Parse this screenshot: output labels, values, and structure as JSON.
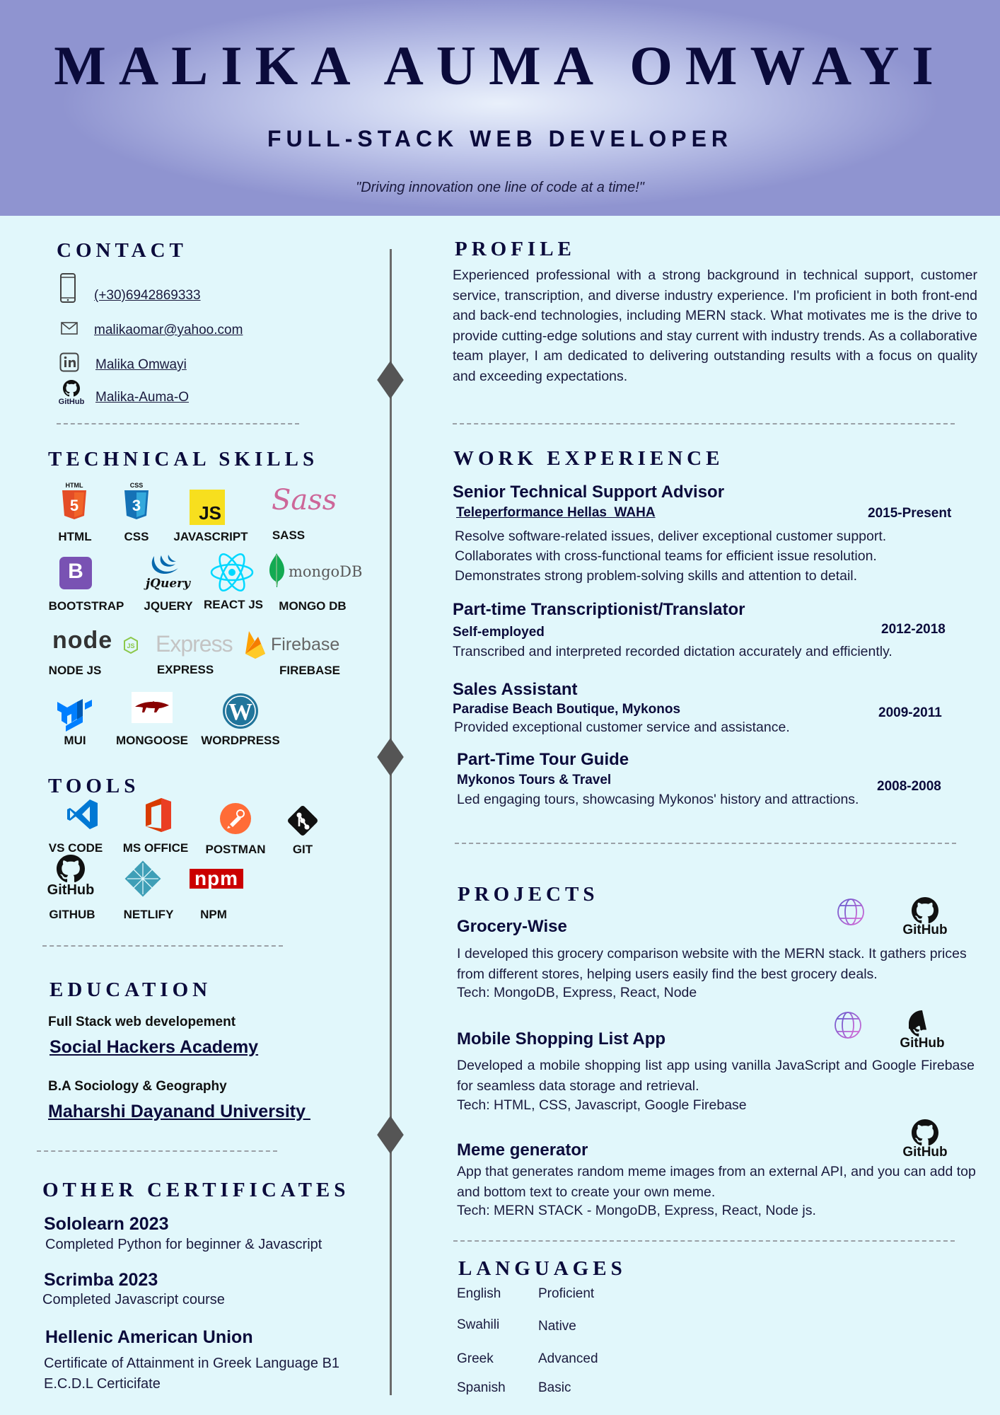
{
  "header": {
    "name": "MALIKA AUMA OMWAYI",
    "role": "FULL-STACK WEB DEVELOPER",
    "tagline": "\"Driving innovation one line of code at a time!\""
  },
  "contact": {
    "heading": "CONTACT",
    "phone": "(+30)6942869333",
    "email": "malikaomar@yahoo.com",
    "linkedin": "Malika Omwayi",
    "github": "Malika-Auma-O",
    "github_logo_text": "GitHub"
  },
  "skills": {
    "heading": "TECHNICAL SKILLS",
    "items": [
      "HTML",
      "CSS",
      "JAVASCRIPT",
      "SASS",
      "BOOTSTRAP",
      "JQUERY",
      "REACT JS",
      "MONGO DB",
      "NODE JS",
      "EXPRESS",
      "FIREBASE",
      "MUI",
      "MONGOOSE",
      "WORDPRESS"
    ],
    "logo_text": {
      "html": "HTML",
      "css": "CSS",
      "js": "JS",
      "sass": "Sass",
      "bootstrap": "B",
      "jquery": "jQuery",
      "mongodb": "mongoDB",
      "node": "node",
      "express": "Express",
      "firebase": "Firebase"
    }
  },
  "tools": {
    "heading": "TOOLS",
    "items": [
      "VS CODE",
      "MS OFFICE",
      "POSTMAN",
      "GIT",
      "GITHUB",
      "NETLIFY",
      "NPM"
    ],
    "logo_text": {
      "github": "GitHub",
      "npm": "npm"
    }
  },
  "education": {
    "heading": "EDUCATION",
    "items": [
      {
        "degree": "Full Stack web developement",
        "school": "Social Hackers Academy"
      },
      {
        "degree": "B.A Sociology & Geography",
        "school": "Maharshi Dayanand University "
      }
    ]
  },
  "certificates": {
    "heading": "OTHER CERTIFICATES",
    "items": [
      {
        "title": "Sololearn 2023",
        "lines": [
          "Completed Python for beginner & Javascript"
        ]
      },
      {
        "title": "Scrimba 2023",
        "lines": [
          "Completed Javascript course"
        ]
      },
      {
        "title": "Hellenic American Union",
        "lines": [
          "Certificate of Attainment in Greek Language B1",
          "E.C.D.L Certicifate"
        ]
      }
    ]
  },
  "profile": {
    "heading": "PROFILE",
    "text": "Experienced professional with a strong background in technical support, customer service, transcription, and diverse industry experience. I'm proficient in both front-end and back-end technologies, including MERN stack. What motivates me is the drive to provide cutting-edge solutions and stay current with industry trends. As a collaborative team player, I am dedicated to delivering outstanding results with a focus on quality and exceeding expectations."
  },
  "work": {
    "heading": "WORK EXPERIENCE",
    "jobs": [
      {
        "title": "Senior Technical Support Advisor",
        "company": "Teleperformance Hellas  WAHA",
        "dates": "2015-Present",
        "lines": [
          "Resolve software-related issues, deliver exceptional customer support.",
          "Collaborates with cross-functional teams for efficient issue resolution.",
          "Demonstrates strong problem-solving skills and attention to detail."
        ]
      },
      {
        "title": "Part-time Transcriptionist/Translator",
        "company": "Self-employed",
        "dates": "2012-2018",
        "lines": [
          "Transcribed and interpreted recorded dictation accurately and efficiently."
        ]
      },
      {
        "title": "Sales Assistant",
        "company": "Paradise Beach Boutique, Mykonos",
        "dates": "2009-2011",
        "lines": [
          "Provided exceptional customer service and assistance."
        ]
      },
      {
        "title": "Part-Time Tour Guide",
        "company": "Mykonos Tours & Travel",
        "dates": "2008-2008",
        "lines": [
          "Led engaging tours, showcasing Mykonos' history and attractions."
        ]
      }
    ]
  },
  "projects": {
    "heading": "PROJECTS",
    "github_logo_text": "GitHub",
    "items": [
      {
        "title": "Grocery-Wise",
        "desc": "I developed this grocery comparison website with the MERN stack. It gathers prices from different stores, helping users easily find the best grocery deals.",
        "tech": "Tech: MongoDB, Express, React, Node"
      },
      {
        "title": "Mobile Shopping List App",
        "desc": "Developed a mobile shopping list app using vanilla JavaScript and Google Firebase for seamless data storage and retrieval.",
        "tech": "Tech: HTML, CSS, Javascript, Google Firebase"
      },
      {
        "title": "Meme generator",
        "desc": "App that generates random meme images from an external API, and you can add top and bottom text to create your own meme.",
        "tech": "Tech: MERN STACK - MongoDB, Express, React, Node js."
      }
    ]
  },
  "languages": {
    "heading": "LANGUAGES",
    "items": [
      {
        "lang": "English",
        "level": "Proficient"
      },
      {
        "lang": "Swahili",
        "level": "Native"
      },
      {
        "lang": "Greek",
        "level": "Advanced"
      },
      {
        "lang": "Spanish",
        "level": "Basic"
      }
    ]
  }
}
